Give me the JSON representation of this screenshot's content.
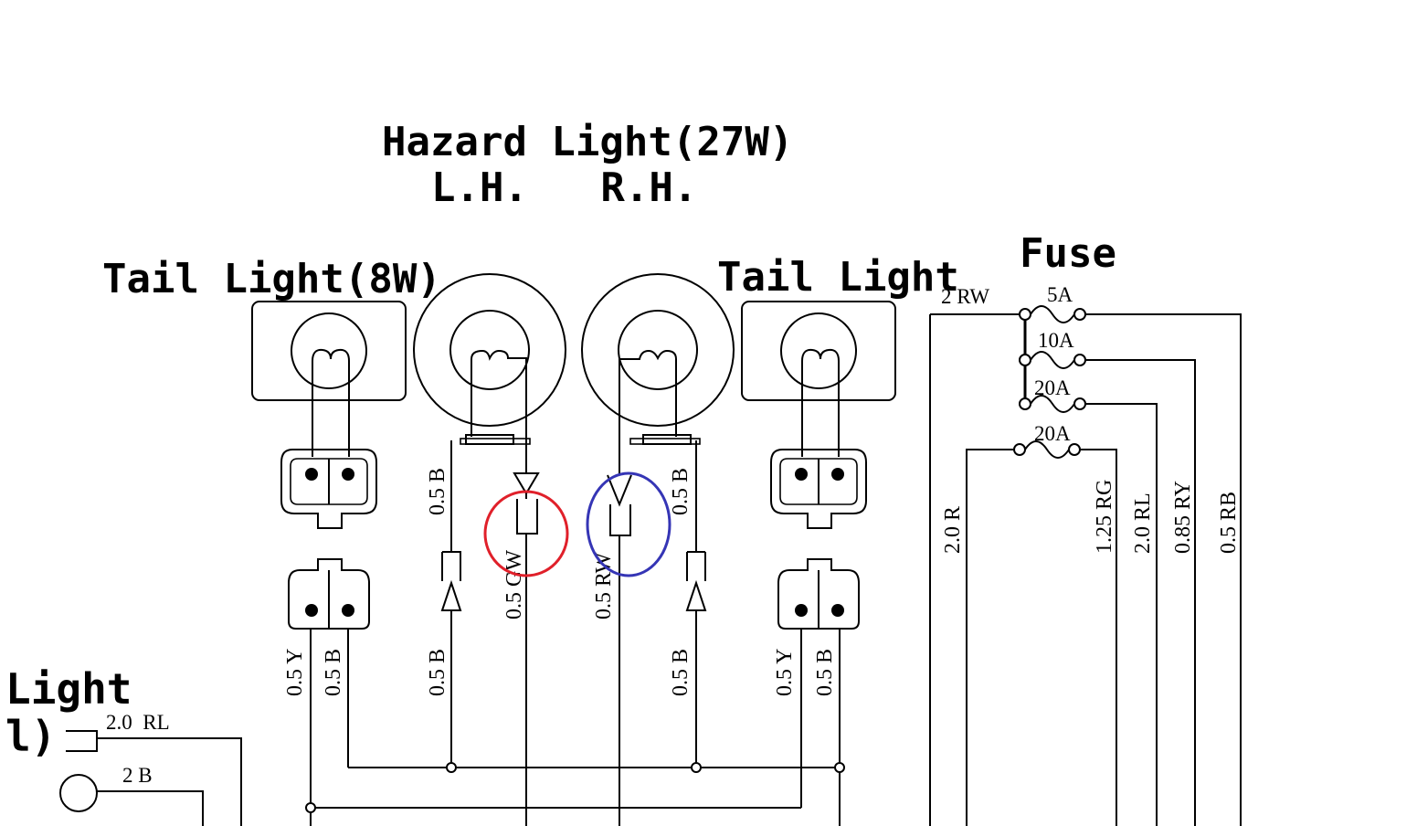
{
  "labels": {
    "hazard_title": "Hazard Light(27W)",
    "hazard_sides": "L.H.   R.H.",
    "tail_left": "Tail Light(8W)",
    "tail_right": "Tail Light",
    "fuse_title": "Fuse",
    "light_partial": "Light",
    "light_partial_2": "l)"
  },
  "wires": {
    "left_tail_y": "0.5 Y",
    "left_tail_b": "0.5 B",
    "haz_left_b_upper": "0.5 B",
    "haz_left_b_lower": "0.5 B",
    "haz_left_gw": "0.5 GW",
    "haz_right_rw": "0.5 RW",
    "haz_right_b_upper": "0.5 B",
    "haz_right_b_lower": "0.5 B",
    "right_tail_y": "0.5 Y",
    "right_tail_b": "0.5 B",
    "fuse_rw": "2 RW",
    "fuse_r": "2.0 R",
    "fuse_rg": "1.25 RG",
    "fuse_rl": "2.0 RL",
    "fuse_ry": "0.85 RY",
    "fuse_rb": "0.5 RB",
    "lamp_rl": "2.0  RL",
    "lamp_b": "2 B"
  },
  "fuses": [
    "5A",
    "10A",
    "20A",
    "20A"
  ],
  "annotations": [
    {
      "name": "red-circle-highlight",
      "color": "#e0202a"
    },
    {
      "name": "blue-circle-highlight",
      "color": "#3535b5"
    }
  ],
  "colors": {
    "line": "#000000",
    "background": "#ffffff"
  }
}
